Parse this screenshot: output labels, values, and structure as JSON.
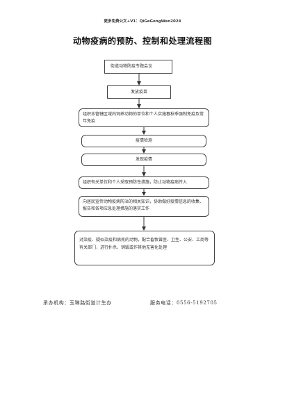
{
  "header": {
    "top_note": "更多免费公文+V1：QiGeGongWen2024",
    "title": "动物疫病的预防、控制和处理流程图"
  },
  "flow": {
    "steps": [
      "街道动物防疫专题会议",
      "发放疫苗",
      "组织本管辖区域内饲养动物的单位和个人实施春秋季强制免疫及常年免疫",
      "疫情检测",
      "发现疫情",
      "组织有关单位和个人采取预防性措施，防止动物疫病传入",
      "向居民宣传动物疫病防治的相关知识，协助做好疫情信息的收集、报告和各项应急处理措施的落实工作",
      "对染疫、疑似染疫和病死的动物，配合畜牧兽医、卫生、公安、工商等有关部门，进行扑杀、销毁或作其他无害化处理"
    ]
  },
  "footer": {
    "organizer": "承办机构：玉琳路街道计生办",
    "phone": "服务电话：0556-5192705"
  }
}
